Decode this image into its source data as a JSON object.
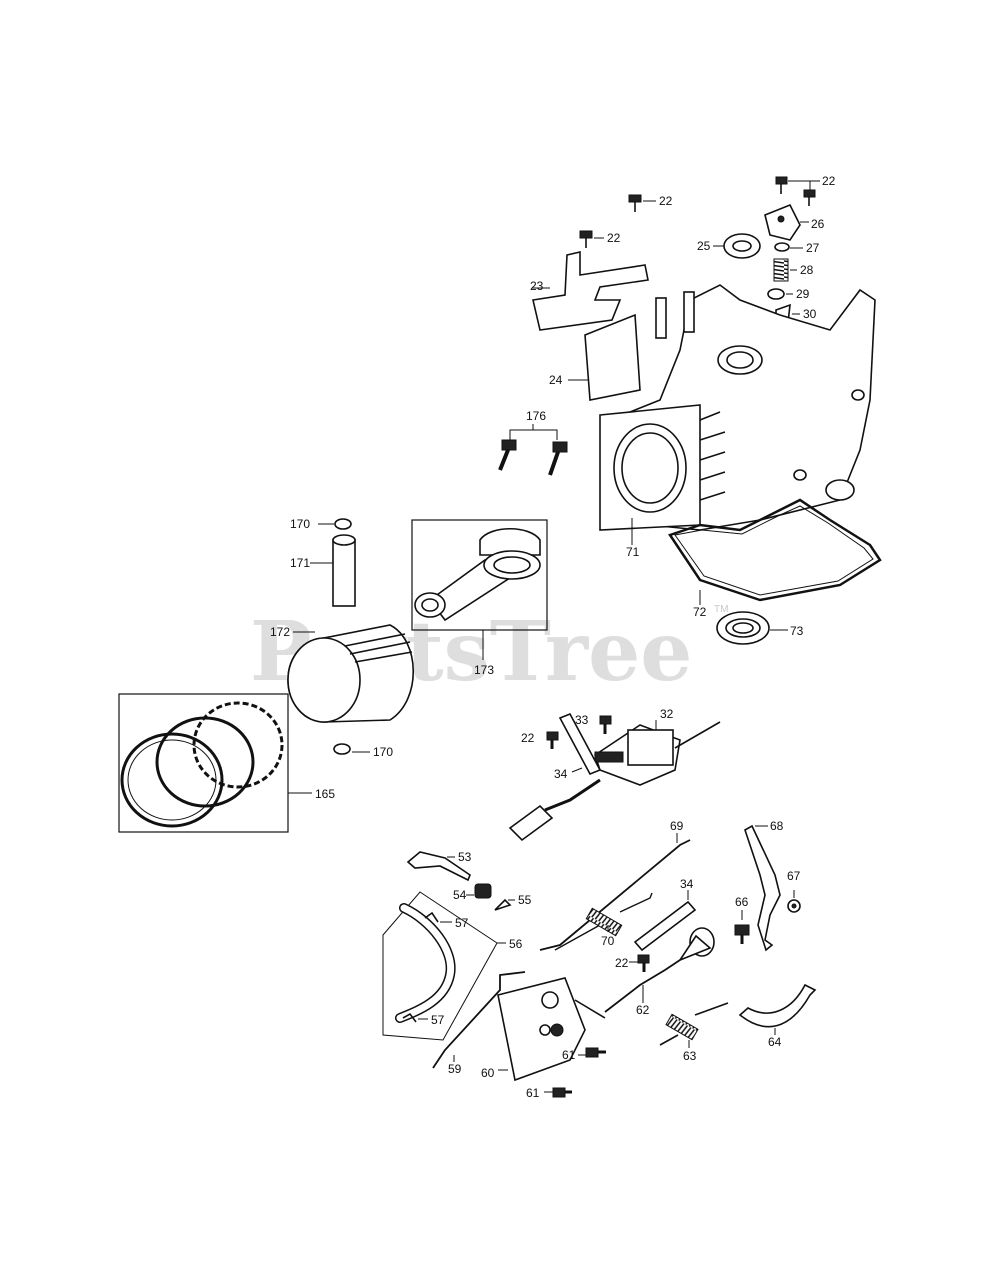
{
  "watermark": {
    "text": "PartsTree",
    "trademark": "TM"
  },
  "callouts": {
    "c22a": "22",
    "c22b": "22",
    "c22c": "22",
    "c22d": "22",
    "c22e": "22",
    "c23": "23",
    "c24": "24",
    "c25": "25",
    "c26": "26",
    "c27": "27",
    "c28": "28",
    "c29": "29",
    "c30": "30",
    "c32": "32",
    "c33": "33",
    "c34a": "34",
    "c34b": "34",
    "c53": "53",
    "c54": "54",
    "c55": "55",
    "c56": "56",
    "c57a": "57",
    "c57b": "57",
    "c59": "59",
    "c60": "60",
    "c61a": "61",
    "c61b": "61",
    "c62": "62",
    "c63": "63",
    "c64": "64",
    "c66": "66",
    "c67": "67",
    "c68": "68",
    "c69": "69",
    "c70": "70",
    "c71": "71",
    "c72": "72",
    "c73": "73",
    "c165": "165",
    "c170a": "170",
    "c170b": "170",
    "c171": "171",
    "c172": "172",
    "c173": "173",
    "c176": "176"
  }
}
